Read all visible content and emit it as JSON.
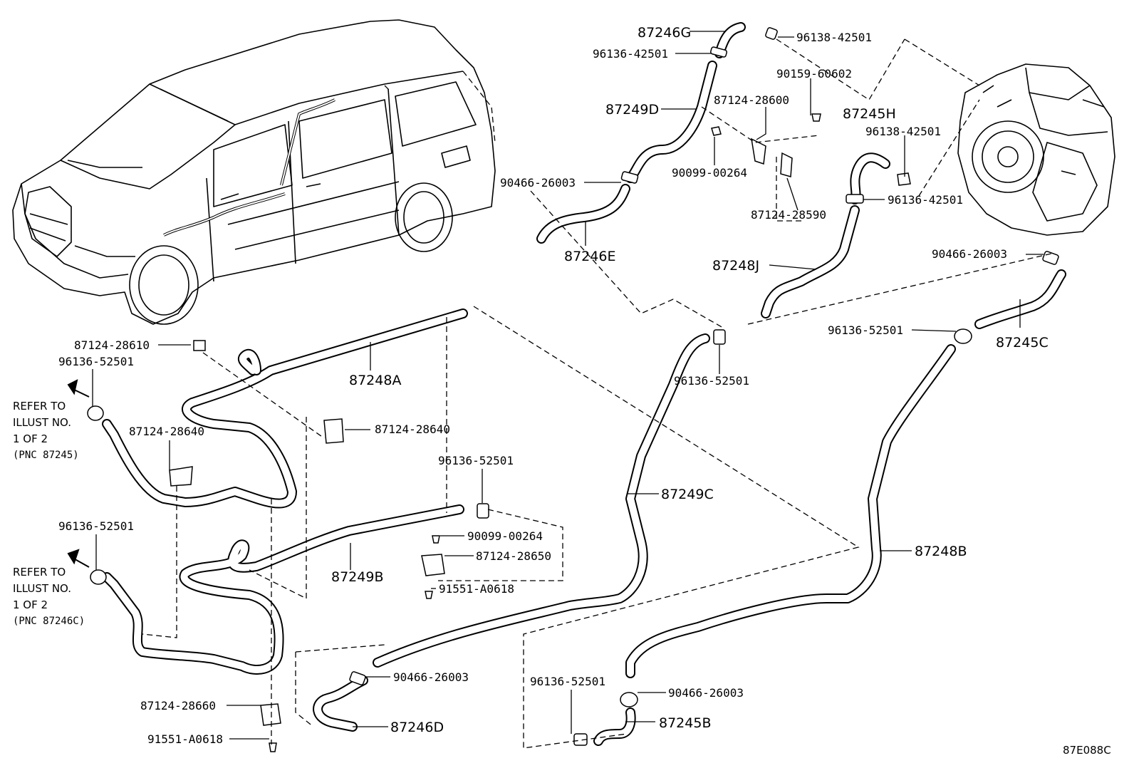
{
  "drawing_code": "87E088C",
  "notes": {
    "ref1": {
      "line1": "REFER TO",
      "line2": "ILLUST NO.",
      "line3": "1 OF 2",
      "line4": "(PNC 87245)"
    },
    "ref2": {
      "line1": "REFER TO",
      "line2": "ILLUST NO.",
      "line3": "1 OF 2",
      "line4": "(PNC 87246C)"
    }
  },
  "labels": {
    "l87246G": "87246G",
    "l96138_42501_a": "96138-42501",
    "l96136_42501_a": "96136-42501",
    "l90159_60602": "90159-60602",
    "l87249D": "87249D",
    "l87124_28600": "87124-28600",
    "l87245H": "87245H",
    "l96138_42501_b": "96138-42501",
    "l90466_26003_a": "90466-26003",
    "l90099_00264_a": "90099-00264",
    "l96136_42501_b": "96136-42501",
    "l87124_28590": "87124-28590",
    "l87246E": "87246E",
    "l87248J": "87248J",
    "l90466_26003_b": "90466-26003",
    "l96136_52501_a": "96136-52501",
    "l87245C": "87245C",
    "l87124_28610": "87124-28610",
    "l96136_52501_b": "96136-52501",
    "l87248A": "87248A",
    "l96136_52501_c": "96136-52501",
    "l87124_28640_a": "87124-28640",
    "l87124_28640_b": "87124-28640",
    "l96136_52501_d": "96136-52501",
    "l87249C": "87249C",
    "l90099_00264_b": "90099-00264",
    "l87124_28650": "87124-28650",
    "l96136_52501_e": "96136-52501",
    "l87249B": "87249B",
    "l91551_A0618_a": "91551-A0618",
    "l87248B": "87248B",
    "l90466_26003_c": "90466-26003",
    "l87124_28660": "87124-28660",
    "l96136_52501_f": "96136-52501",
    "l90466_26003_d": "90466-26003",
    "l87246D": "87246D",
    "l87245B": "87245B",
    "l91551_A0618_b": "91551-A0618"
  }
}
